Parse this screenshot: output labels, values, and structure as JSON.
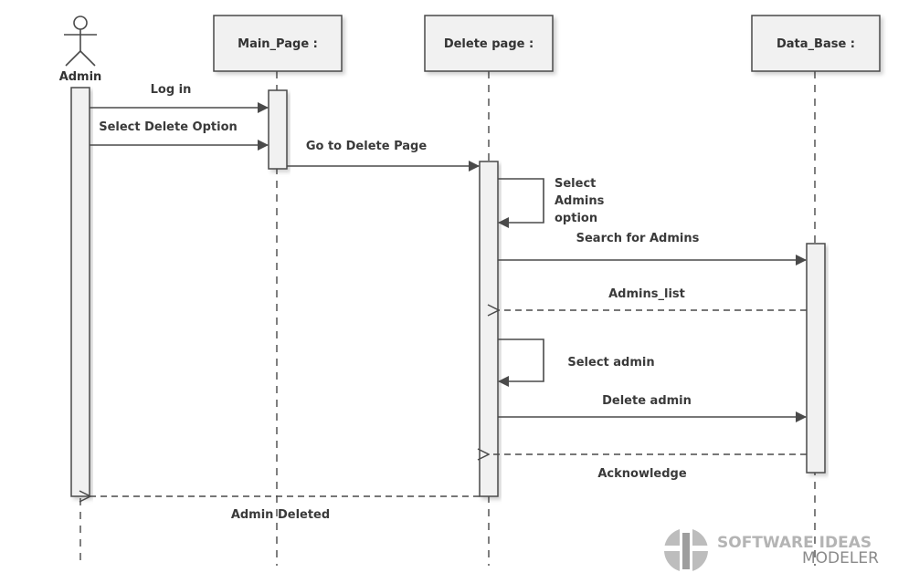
{
  "diagram": {
    "actor": {
      "label": "Admin"
    },
    "participants": [
      {
        "id": "main",
        "label": "Main_Page :"
      },
      {
        "id": "delete",
        "label": "Delete page :"
      },
      {
        "id": "db",
        "label": "Data_Base :"
      }
    ],
    "messages": {
      "login": "Log in",
      "select_delete_option": "Select Delete Option",
      "go_to_delete_page": "Go to Delete Page",
      "select_admins_option": [
        "Select",
        "Admins",
        "option"
      ],
      "search_for_admins": "Search for Admins",
      "admins_list": "Admins_list",
      "select_admin": "Select admin",
      "delete_admin": "Delete admin",
      "acknowledge": "Acknowledge",
      "admin_deleted": "Admin Deleted"
    }
  },
  "watermark": {
    "line1": "SOFTWARE IDEAS",
    "line2": "MODELER"
  },
  "colors": {
    "line": "#4a4a4a",
    "box_fill": "#f1f1f1",
    "box_stroke": "#4a4a4a"
  }
}
